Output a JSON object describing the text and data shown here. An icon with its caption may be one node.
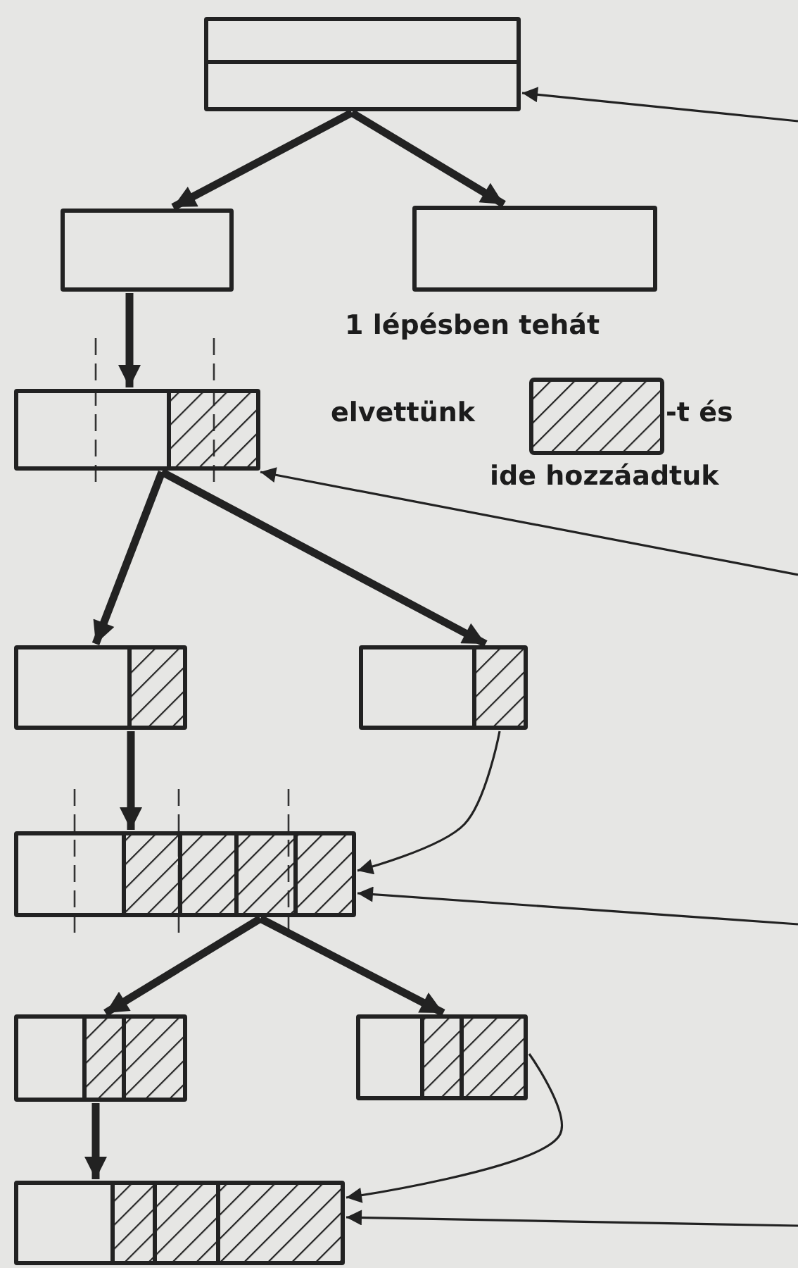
{
  "diagram": {
    "nodes": [
      {
        "text": [],
        "shape": "box"
      },
      {
        "text": [],
        "shape": "box"
      },
      {
        "text": [],
        "shape": "box"
      },
      {
        "text": [],
        "shape": "box"
      },
      {
        "text": [],
        "shape": "box"
      },
      {
        "text": [],
        "shape": "box"
      },
      {
        "text": [],
        "shape": "box"
      },
      {
        "text": [],
        "shape": "box"
      },
      {
        "text": [],
        "shape": "box"
      },
      {
        "text": [],
        "shape": "box"
      }
    ],
    "edges": [
      {
        "from": 0,
        "to": 1,
        "arrow": "to"
      },
      {
        "from": 0,
        "to": 2,
        "arrow": "to"
      },
      {
        "from": 1,
        "to": 3,
        "arrow": "to"
      },
      {
        "from": 3,
        "to": 4,
        "arrow": "to"
      },
      {
        "from": 3,
        "to": 5,
        "arrow": "to"
      },
      {
        "from": 4,
        "to": 6,
        "arrow": "to"
      },
      {
        "from": 5,
        "to": 6,
        "arrow": "to"
      },
      {
        "from": 6,
        "to": 7,
        "arrow": "to"
      },
      {
        "from": 6,
        "to": 8,
        "arrow": "to"
      },
      {
        "from": 7,
        "to": 9,
        "arrow": "to"
      },
      {
        "from": 8,
        "to": 9,
        "arrow": "to"
      },
      {
        "from": null,
        "to": 0,
        "arrow": "to"
      },
      {
        "from": null,
        "to": 3,
        "arrow": "to"
      },
      {
        "from": null,
        "to": 6,
        "arrow": "to"
      },
      {
        "from": null,
        "to": 9,
        "arrow": "to"
      }
    ],
    "labels": [
      "1 lépésben tehát",
      "elvettünk",
      "-t és",
      "ide hozzáadtuk"
    ]
  }
}
